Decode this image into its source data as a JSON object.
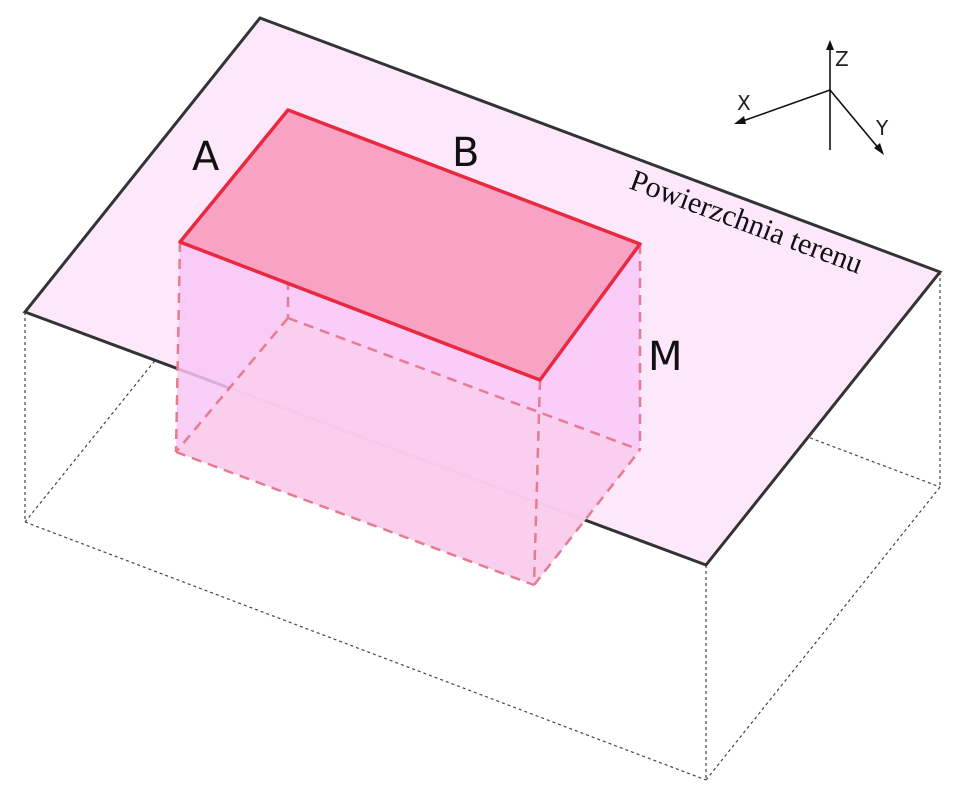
{
  "labels": {
    "a": "A",
    "b": "B",
    "m": "M",
    "surface": "Powierzchnia terenu"
  },
  "axes": {
    "x": "X",
    "y": "Y",
    "z": "Z"
  },
  "colors": {
    "surface_fill": "#fde8fb",
    "surface_edge": "#333333",
    "top_face": "#f9a3c4",
    "top_edge": "#e8293f",
    "side_wall": "#f8c6f7",
    "bottom_face": "#fdd9df",
    "hidden_edge": "#e87a90",
    "box_edge": "#444444"
  }
}
